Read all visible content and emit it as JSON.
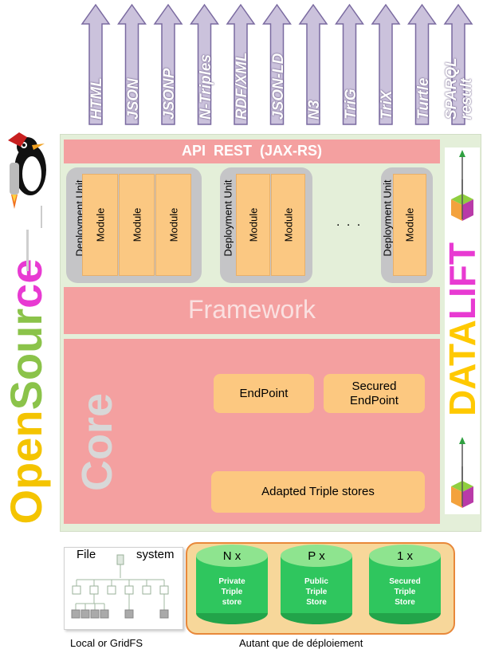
{
  "output_formats": [
    "HTML",
    "JSON",
    "JSONP",
    "N-Triples",
    "RDF/XML",
    "JSON-LD",
    "N3",
    "TriG",
    "TriX",
    "Turtle",
    "SPARQL\nresult"
  ],
  "api_label": "API  REST  (JAX-RS)",
  "deployment_unit_label": "Deployment Unit",
  "module_label": "Module",
  "ellipsis": ". . .",
  "framework_label": "Framework",
  "core_label": "Core",
  "endpoint_label": "EndPoint",
  "secured_endpoint_label": "Secured\nEndPoint",
  "triple_stores_label": "Adapted Triple stores",
  "filesystem": {
    "file_label": "File",
    "system_label": "system",
    "caption": "Local or GridFS"
  },
  "stores": [
    {
      "count": "N x",
      "desc": "Private\nTriple\nstore"
    },
    {
      "count": "P x",
      "desc": "Public\nTriple\nStore"
    },
    {
      "count": "1 x",
      "desc": "Secured\nTriple\nStore"
    }
  ],
  "stores_caption": "Autant que de déploiement",
  "opensource": {
    "open": "Open",
    "sour": "Sour",
    "ce": "ce"
  },
  "datalift": {
    "data": "DATA",
    "lift": "LIFT"
  },
  "colors": {
    "arrow_fill": "#cbc2dc",
    "arrow_stroke": "#7a6aa0",
    "panel": "#e4efd9",
    "pink": "#f4a0a0",
    "module": "#fbc882",
    "green": "#2fc65e",
    "orange": "#e8883a"
  }
}
